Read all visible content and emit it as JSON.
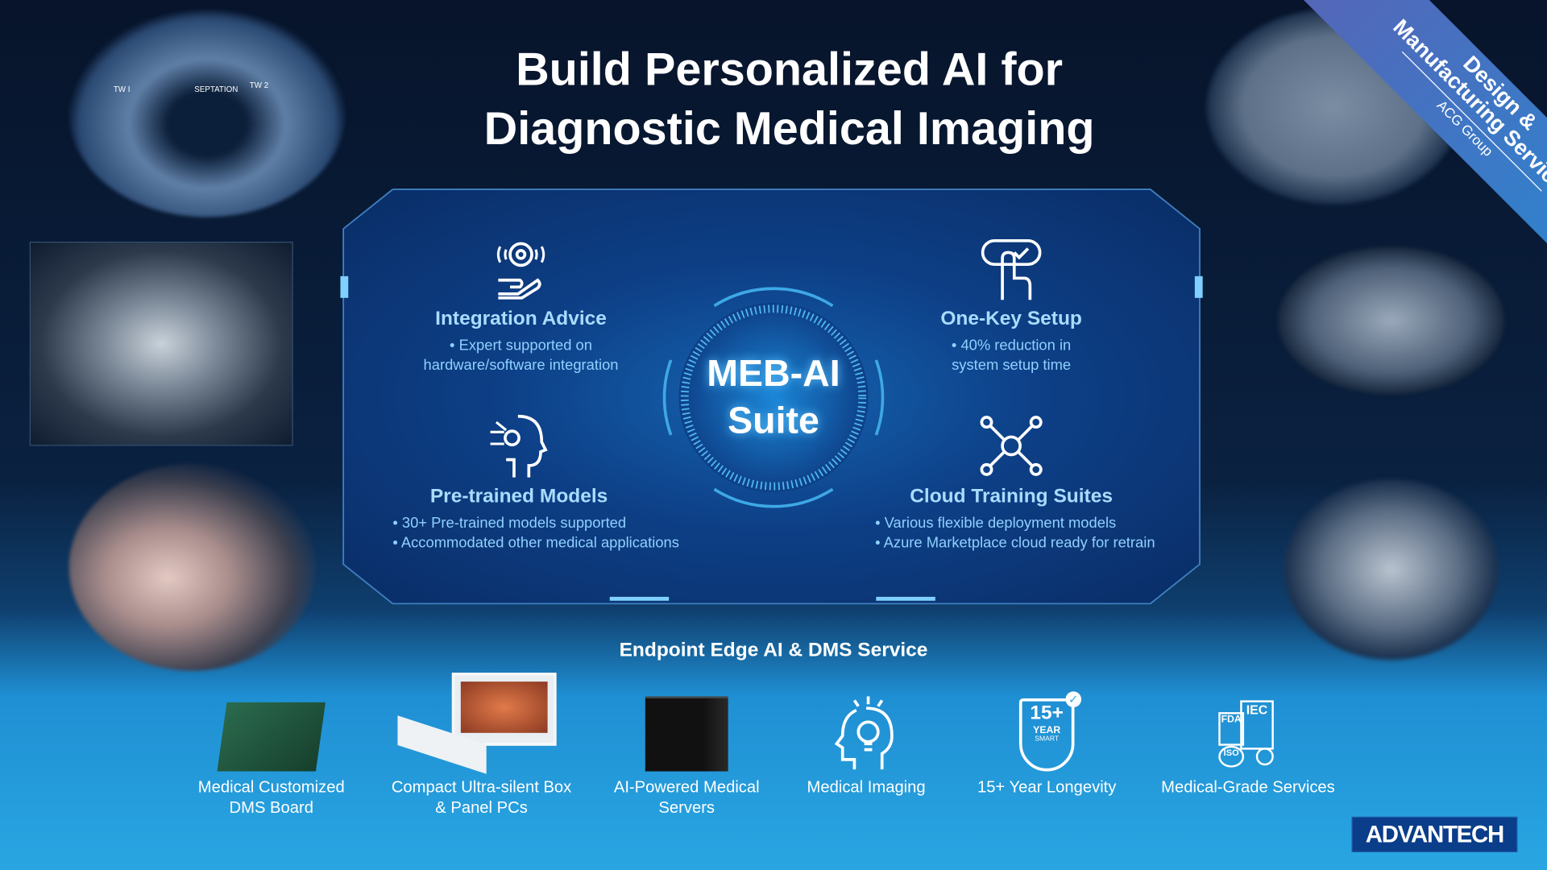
{
  "title_line1": "Build Personalized AI for",
  "title_line2": "Diagnostic Medical Imaging",
  "ribbon": {
    "line1": "Design &",
    "line2": "Manufacturing Services",
    "line3": "ACG Group"
  },
  "center": {
    "line1": "MEB-AI",
    "line2": "Suite"
  },
  "features": [
    {
      "title": "Integration Advice",
      "bullets": [
        "• Expert supported on",
        "hardware/software integration"
      ],
      "icon": "gear-hand-icon"
    },
    {
      "title": "One-Key Setup",
      "bullets": [
        "• 40% reduction in",
        "system setup time"
      ],
      "icon": "finger-press-icon"
    },
    {
      "title": "Pre-trained Models",
      "bullets": [
        "• 30+ Pre-trained models supported",
        "• Accommodated other medical applications"
      ],
      "icon": "ai-head-icon"
    },
    {
      "title": "Cloud Training Suites",
      "bullets": [
        "• Various flexible deployment models",
        "• Azure Marketplace cloud ready for retrain"
      ],
      "icon": "network-gears-icon"
    }
  ],
  "subtitle": "Endpoint Edge AI & DMS Service",
  "products": [
    {
      "line1": "Medical Customized",
      "line2": "DMS Board"
    },
    {
      "line1": "Compact Ultra-silent Box",
      "line2": "& Panel PCs"
    },
    {
      "line1": "AI-Powered Medical",
      "line2": "Servers"
    },
    {
      "line1": "Medical Imaging",
      "line2": ""
    },
    {
      "line1": "15+ Year Longevity",
      "line2": ""
    },
    {
      "line1": "Medical-Grade Services",
      "line2": ""
    }
  ],
  "badge": {
    "num": "15+",
    "year": "YEAR",
    "smart": "SMART"
  },
  "cert": {
    "fda": "FDA",
    "iec": "IEC",
    "iso": "ISO"
  },
  "ultrasound_labels": [
    "TW I",
    "SEPTATION",
    "TW 2"
  ],
  "logo": "ADVANTECH",
  "colors": {
    "accent": "#29a6e2",
    "panel": "#0d3f86",
    "text_accent": "#a9dcff"
  }
}
